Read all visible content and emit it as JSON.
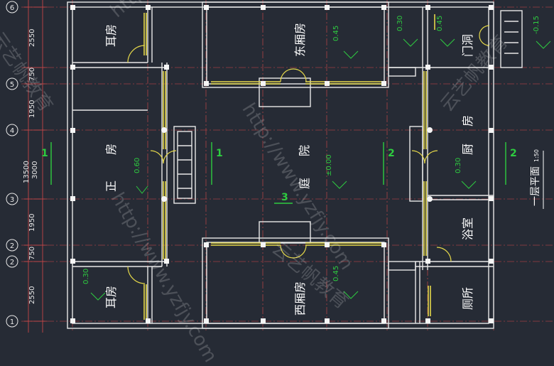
{
  "colors": {
    "background": "#262b35",
    "wall": "#e8e8e8",
    "axis": "#d94a4a",
    "dimension": "#2ecc40",
    "window": "#e5d84a",
    "text": "#ffffff",
    "watermark": "#ffffff"
  },
  "rooms": {
    "er_fang_top": "耳房",
    "dong_xiang_fang": "东厢房",
    "men_dong": "门洞",
    "zheng_fang_1": "正",
    "zheng_fang_2": "房",
    "yuan": "院",
    "ting": "庭",
    "chu_fang_1": "房",
    "chu_fang_2": "厨",
    "yu_shi": "浴室",
    "er_fang_bottom": "耳房",
    "xi_xiang_fang": "西厢房",
    "ce_suo": "厕所"
  },
  "elevations": {
    "zheng_fang": "0.60",
    "yard": "±0.00",
    "dong_xiang": "0.45",
    "xi_xiang": "0.45",
    "kitchen": "0.30",
    "top_right_left": "0.30",
    "top_right_mid": "0.45",
    "top_right_far": "-0.15",
    "er_fang_bottom": "0.30"
  },
  "section_marks": {
    "s1_left": "1",
    "s1_mid": "1",
    "s2_mid": "2",
    "s2_right": "2",
    "s3": "3"
  },
  "axis_labels": [
    "6",
    "5",
    "4",
    "3",
    "2",
    "1"
  ],
  "dimensions": {
    "d2550_top": "2550",
    "d750_top": "750",
    "d1950_top": "1950",
    "d13500": "13500",
    "d3000": "3000",
    "d1950_bottom": "1950",
    "d750_bottom": "750",
    "d2550_bottom": "2550"
  },
  "plan_title": "一层平面",
  "plan_scale": "1:50",
  "watermarks": [
    "http://www.yzfjy.com",
    "http://www.yzfjy.com",
    "http://www.yzfjy.com",
    "云艺帆教育",
    "云艺帆教育",
    "云艺帆教育"
  ]
}
